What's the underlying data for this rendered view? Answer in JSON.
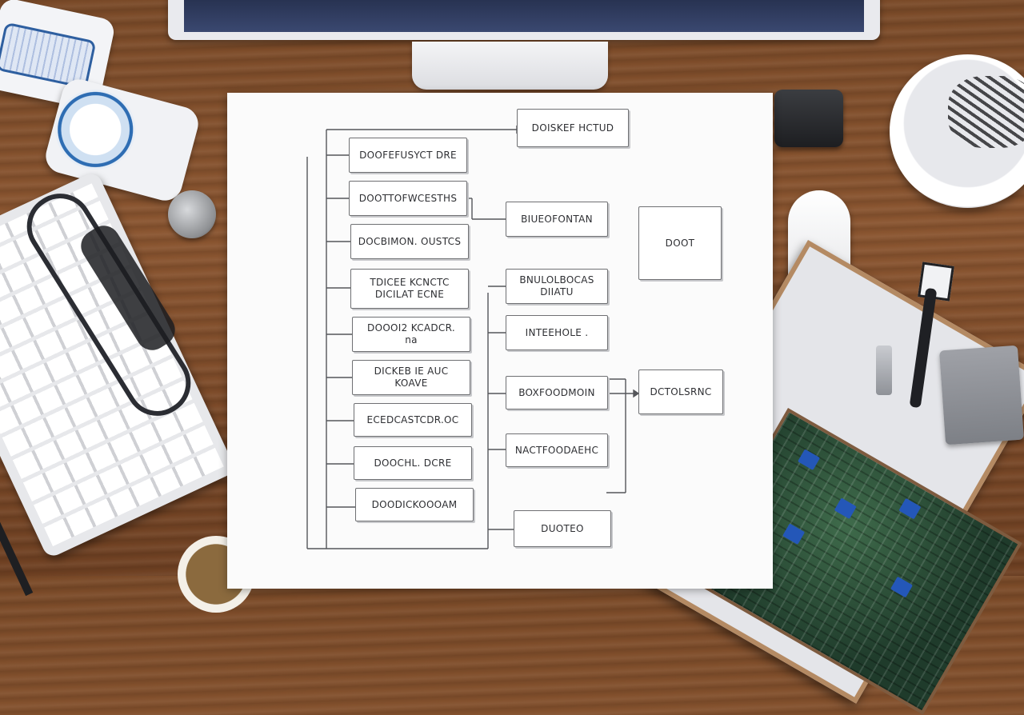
{
  "scene": {
    "colors": {
      "desk_wood": "#7a4a28",
      "paper": "#fbfbfb",
      "box_border": "#6f7073",
      "line": "#55565a"
    },
    "objects": [
      "monitor",
      "coffee-cup",
      "keyboard",
      "binder-clip",
      "magnifying-lens",
      "pen",
      "coffee-mug",
      "webcam",
      "mouse",
      "pen-bowl",
      "component-tray",
      "circuit-board",
      "brush",
      "usb-drive",
      "hard-drive"
    ]
  },
  "flowchart": {
    "top_box": "DOISKEF HCTUD",
    "left_boxes": [
      "DOOFEFUSYCT DRE",
      "DOOTTOFWCESTHS",
      "DOCBIMON. OUSTCS",
      "TDICEE KCNCTC\nDICILAT ECNE",
      "DOOOI2 KCADCR.\nna",
      "DICKEB IE AUC\nKOAVE",
      "ECEDCASTCDR.OC",
      "DOOCHL. DCRE",
      "DOODICKOOOAM"
    ],
    "middle_boxes": [
      "BIUEOFONTAN",
      "BNULOLBOCAS\nDIIATU",
      "INTEEHOLE .",
      "BOXFOODMOIN",
      "NACTFOODAEHC",
      "DUOTEO"
    ],
    "right_boxes": [
      "DOOT",
      "DCTOLSRNC"
    ]
  }
}
